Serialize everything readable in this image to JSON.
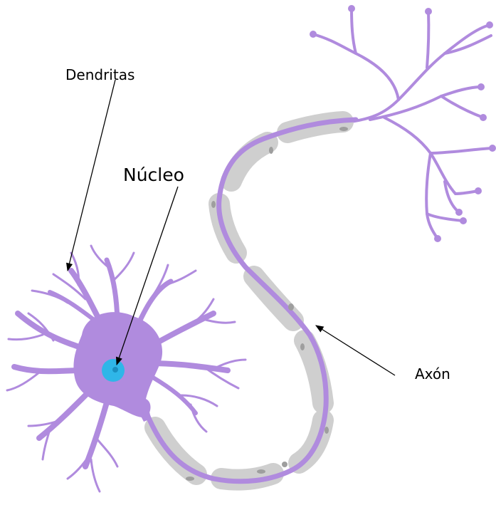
{
  "labels": {
    "dendrites": "Dendritas",
    "nucleus": "Núcleo",
    "axon": "Axón"
  },
  "colors": {
    "neuron": "#b08bde",
    "neuron_dark": "#9a73d1",
    "myelin": "#cfcfcf",
    "node_mark": "#9e9e9e",
    "nucleus": "#2fb6e8",
    "nucleolus": "#1a8fc0",
    "pointer": "#000000"
  }
}
